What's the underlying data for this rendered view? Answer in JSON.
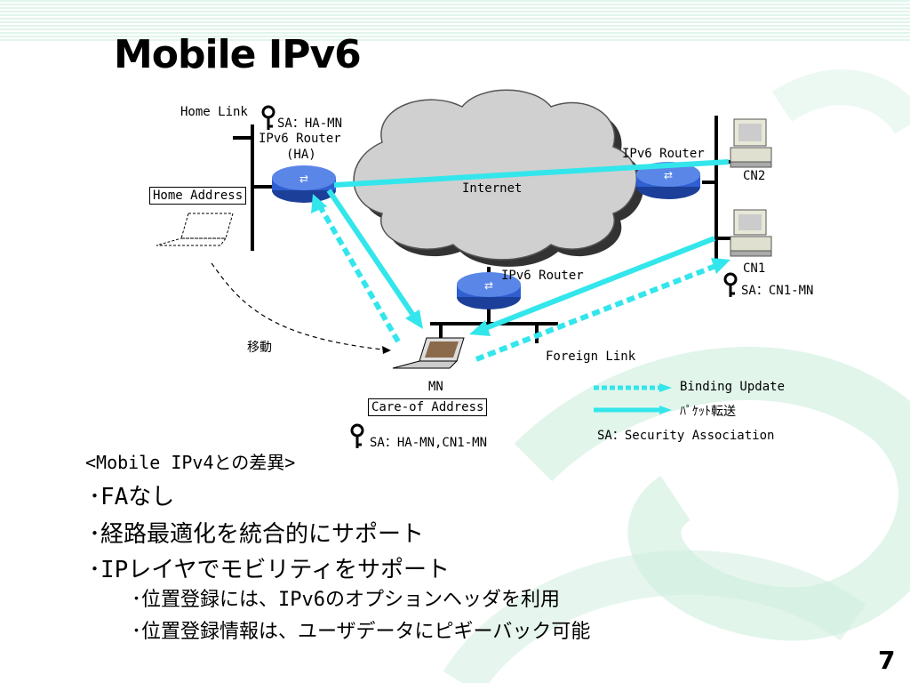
{
  "title": "Mobile IPv6",
  "labels": {
    "home_link": "Home Link",
    "sa_ha": "SA：HA-MN",
    "ha_router_line1": "IPv6 Router",
    "ha_router_line2": "(HA)",
    "home_address": "Home Address",
    "internet": "Internet",
    "cn_router": "IPv6 Router",
    "cn2": "CN2",
    "cn1": "CN1",
    "sa_cn1": "SA：CN1-MN",
    "foreign_router": "IPv6 Router",
    "idou": "移動",
    "foreign_link": "Foreign Link",
    "mn": "MN",
    "care_of": "Care-of Address",
    "sa_mn": "SA：HA-MN,CN1-MN"
  },
  "legend": {
    "binding_update": "Binding Update",
    "packet_forward": "ﾊﾟｹｯﾄ転送",
    "sa_def": "SA：Security Association"
  },
  "body": {
    "diff_heading": "<Mobile IPv4との差異>",
    "points": [
      "･FAなし",
      "･経路最適化を統合的にサポート",
      "･IPレイヤでモビリティをサポート"
    ],
    "sub_points": [
      "･位置登録には、IPv6のオプションヘッダを利用",
      "･位置登録情報は、ユーザデータにピギーバック可能"
    ]
  },
  "page_number": "7",
  "colors": {
    "accent": "#33e6ec",
    "router": "#2f5fd0",
    "bg_swirl": "#cfeee0"
  }
}
